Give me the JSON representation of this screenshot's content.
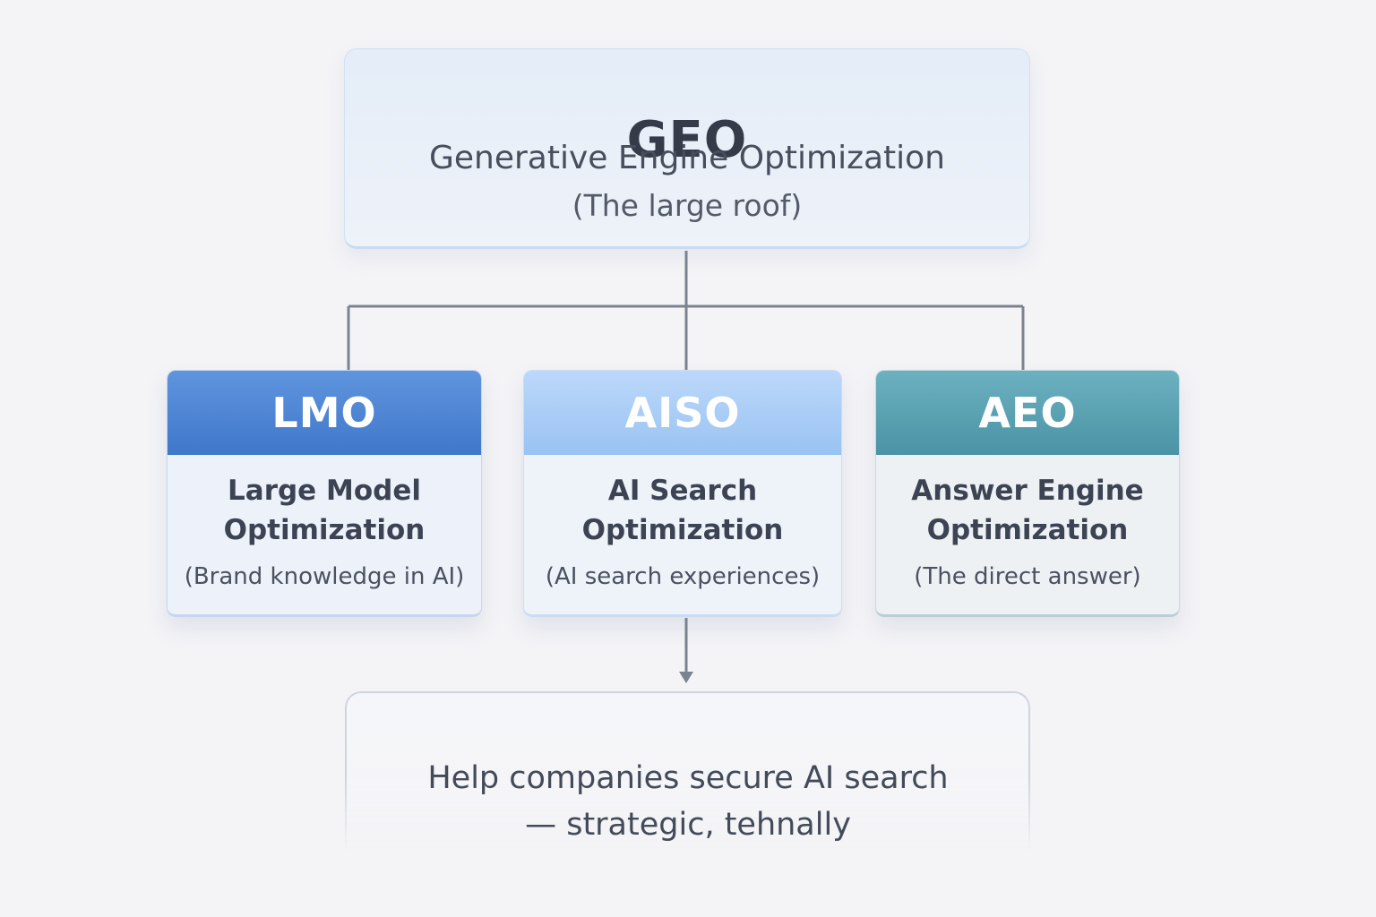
{
  "root": {
    "acronym": "GEO",
    "full_name": "Generative Engine Optimization",
    "note": "(The large roof)"
  },
  "branches": [
    {
      "acronym": "LMO",
      "full_name": "Large Model Optimization",
      "note": "(Brand knowledge in AI)",
      "header_color": "#4a82d2"
    },
    {
      "acronym": "AISO",
      "full_name": "AI Search Optimization",
      "note": "(AI search experiences)",
      "header_color": "#a8ccf5"
    },
    {
      "acronym": "AEO",
      "full_name": "Answer Engine Optimization",
      "note": "(The direct answer)",
      "header_color": "#57a0b1"
    }
  ],
  "outcome": {
    "line1": "Help companies secure AI search",
    "line2": "— strategic, tehnally"
  },
  "colors": {
    "background": "#f4f4f7",
    "connector": "#7b8390"
  }
}
